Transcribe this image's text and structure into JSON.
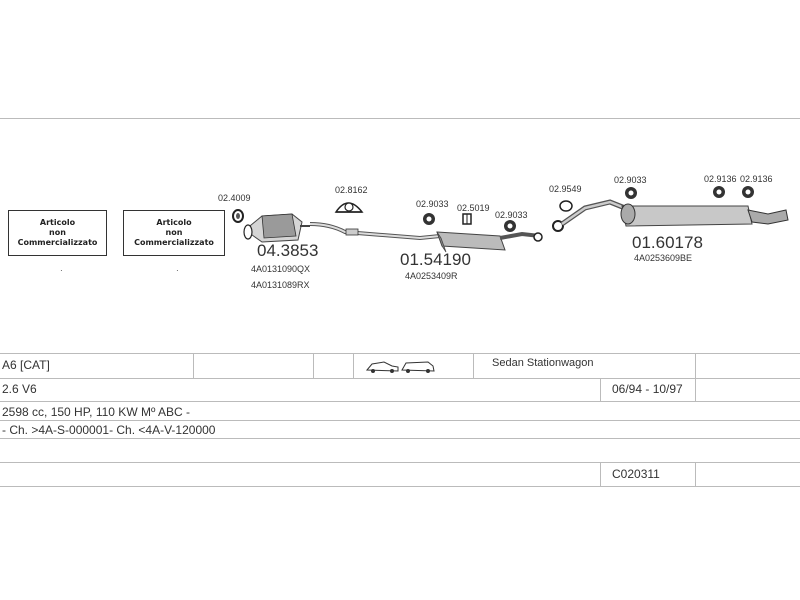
{
  "placeholders": {
    "left_text": "Articolo\nnon\nCommercializzato",
    "right_text": "Articolo\nnon\nCommercializzato"
  },
  "parts": {
    "p_2_4009": "02.4009",
    "p_4_3853": "04.3853",
    "p_4_3853_ref1": "4A0131090QX",
    "p_4_3853_ref2": "4A0131089RX",
    "p_2_8162": "02.8162",
    "p_2_9033_a": "02.9033",
    "p_2_5019": "02.5019",
    "p_2_9033_b": "02.9033",
    "p_1_54190": "01.54190",
    "p_1_54190_ref": "4A0253409R",
    "p_2_9549": "02.9549",
    "p_2_9033_c": "02.9033",
    "p_1_60178": "01.60178",
    "p_1_60178_ref": "4A0253609BE",
    "p_2_9136_a": "02.9136",
    "p_2_9136_b": "02.9136"
  },
  "table": {
    "model": "A6  [CAT]",
    "body_types": "Sedan  Stationwagon",
    "engine": "2.6 V6",
    "years": "06/94 - 10/97",
    "specs": "2598 cc, 150 HP, 110 KW Mº ABC -",
    "chassis": "- Ch. >4A-S-000001- Ch. <4A-V-120000",
    "code": "C020311"
  }
}
